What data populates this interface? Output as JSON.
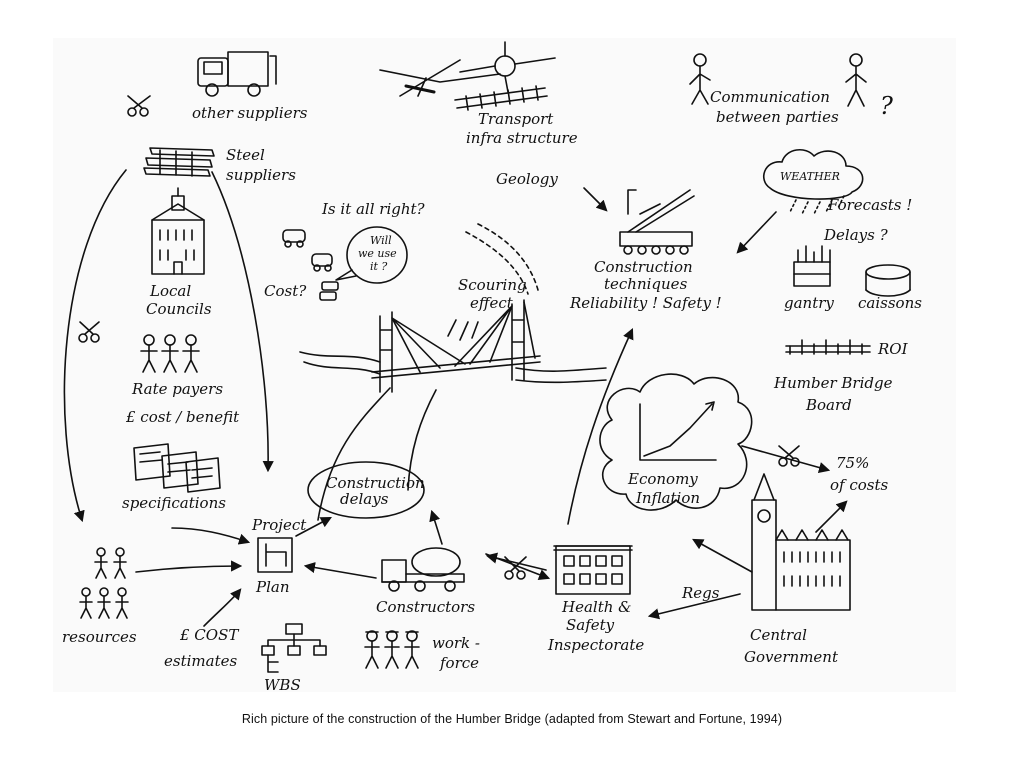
{
  "caption": "Rich picture of the construction of the Humber Bridge (adapted from Stewart and Fortune, 1994)",
  "labels": {
    "other_suppliers": "other suppliers",
    "transport_1": "Transport",
    "transport_2": "infra structure",
    "communication_1": "Communication",
    "communication_2": "between parties",
    "question": "?",
    "steel_1": "Steel",
    "steel_2": "suppliers",
    "geology": "Geology",
    "weather": "WEATHER",
    "forecasts": "Forecasts !",
    "delays_q": "Delays ?",
    "is_it_all_right": "Is it all right?",
    "will_we_use_1": "Will",
    "will_we_use_2": "we use",
    "will_we_use_3": "it ?",
    "cost_q": "Cost?",
    "local_councils_1": "Local",
    "local_councils_2": "Councils",
    "scouring_1": "Scouring",
    "scouring_2": "effect",
    "construction_tech_1": "Construction",
    "construction_tech_2": "techniques",
    "construction_tech_3": "Reliability ! Safety !",
    "gantry": "gantry",
    "caissons": "caissons",
    "roi": "ROI",
    "board_1": "Humber Bridge",
    "board_2": "Board",
    "rate_payers_1": "Rate payers",
    "rate_payers_2": "£ cost / benefit",
    "specifications": "specifications",
    "construction_delays_1": "Construction",
    "construction_delays_2": "delays",
    "economy_1": "Economy",
    "economy_2": "Inflation",
    "costs_1": "75%",
    "costs_2": "of costs",
    "project_plan_1": "Project",
    "project_plan_2": "Plan",
    "resources": "resources",
    "cost_estimates_1": "£ COST",
    "cost_estimates_2": "estimates",
    "wbs": "WBS",
    "constructors": "Constructors",
    "workforce_1": "work -",
    "workforce_2": "force",
    "hse_1": "Health &",
    "hse_2": "Safety",
    "hse_3": "Inspectorate",
    "regs": "Regs",
    "central_gov_1": "Central",
    "central_gov_2": "Government"
  }
}
